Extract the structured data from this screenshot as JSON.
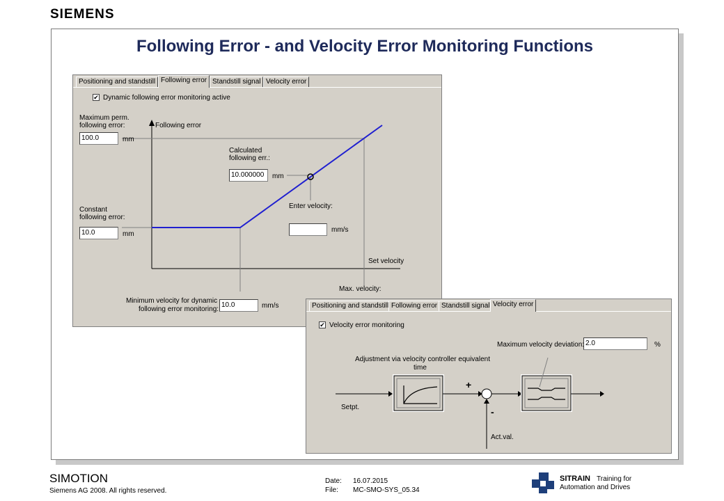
{
  "brand": "SIEMENS",
  "title": "Following Error - and Velocity Error Monitoring Functions",
  "dialog1": {
    "tabs": [
      "Positioning and standstill",
      "Following error",
      "Standstill signal",
      "Velocity error"
    ],
    "active_tab": "Following error",
    "checkbox_label": "Dynamic following error monitoring active",
    "checkbox_checked": true,
    "max_perm_label_1": "Maximum perm.",
    "max_perm_label_2": "following error:",
    "max_perm_value": "100.0",
    "max_perm_unit": "mm",
    "y_axis_label": "Following error",
    "calc_label_1": "Calculated",
    "calc_label_2": "following err.:",
    "calc_value": "10.000000",
    "calc_unit": "mm",
    "enter_velocity_label": "Enter velocity:",
    "enter_velocity_value": "",
    "enter_velocity_unit": "mm/s",
    "const_label_1": "Constant",
    "const_label_2": "following error:",
    "const_value": "10.0",
    "const_unit": "mm",
    "x_axis_label": "Set velocity",
    "max_velocity_label": "Max. velocity:",
    "min_vel_label_1": "Minimum velocity for dynamic",
    "min_vel_label_2": "following error monitoring:",
    "min_vel_value": "10.0",
    "min_vel_unit": "mm/s"
  },
  "dialog2": {
    "tabs": [
      "Positioning and standstill",
      "Following error",
      "Standstill signal",
      "Velocity error"
    ],
    "active_tab": "Velocity error",
    "checkbox_label": "Velocity error monitoring",
    "checkbox_checked": true,
    "max_dev_label": "Maximum velocity deviation:",
    "max_dev_value": "2.0",
    "max_dev_unit": "%",
    "adjust_label_1": "Adjustment via velocity controller equivalent",
    "adjust_label_2": "time",
    "setpt_label": "Setpt.",
    "plus_sign": "+",
    "minus_sign": "-",
    "actval_label": "Act.val."
  },
  "footer": {
    "product": "SIMOTION",
    "copyright": "Siemens AG 2008. All rights reserved.",
    "date_label": "Date:",
    "date_value": "16.07.2015",
    "file_label": "File:",
    "file_value": "MC-SMO-SYS_05.34",
    "sitrain_brand": "SITRAIN",
    "sitrain_line1": "Training for",
    "sitrain_line2": "Automation and Drives"
  },
  "colors": {
    "title": "#1e2a5a",
    "curve": "#1f1fd0",
    "dialog_bg": "#d4d0c8"
  }
}
